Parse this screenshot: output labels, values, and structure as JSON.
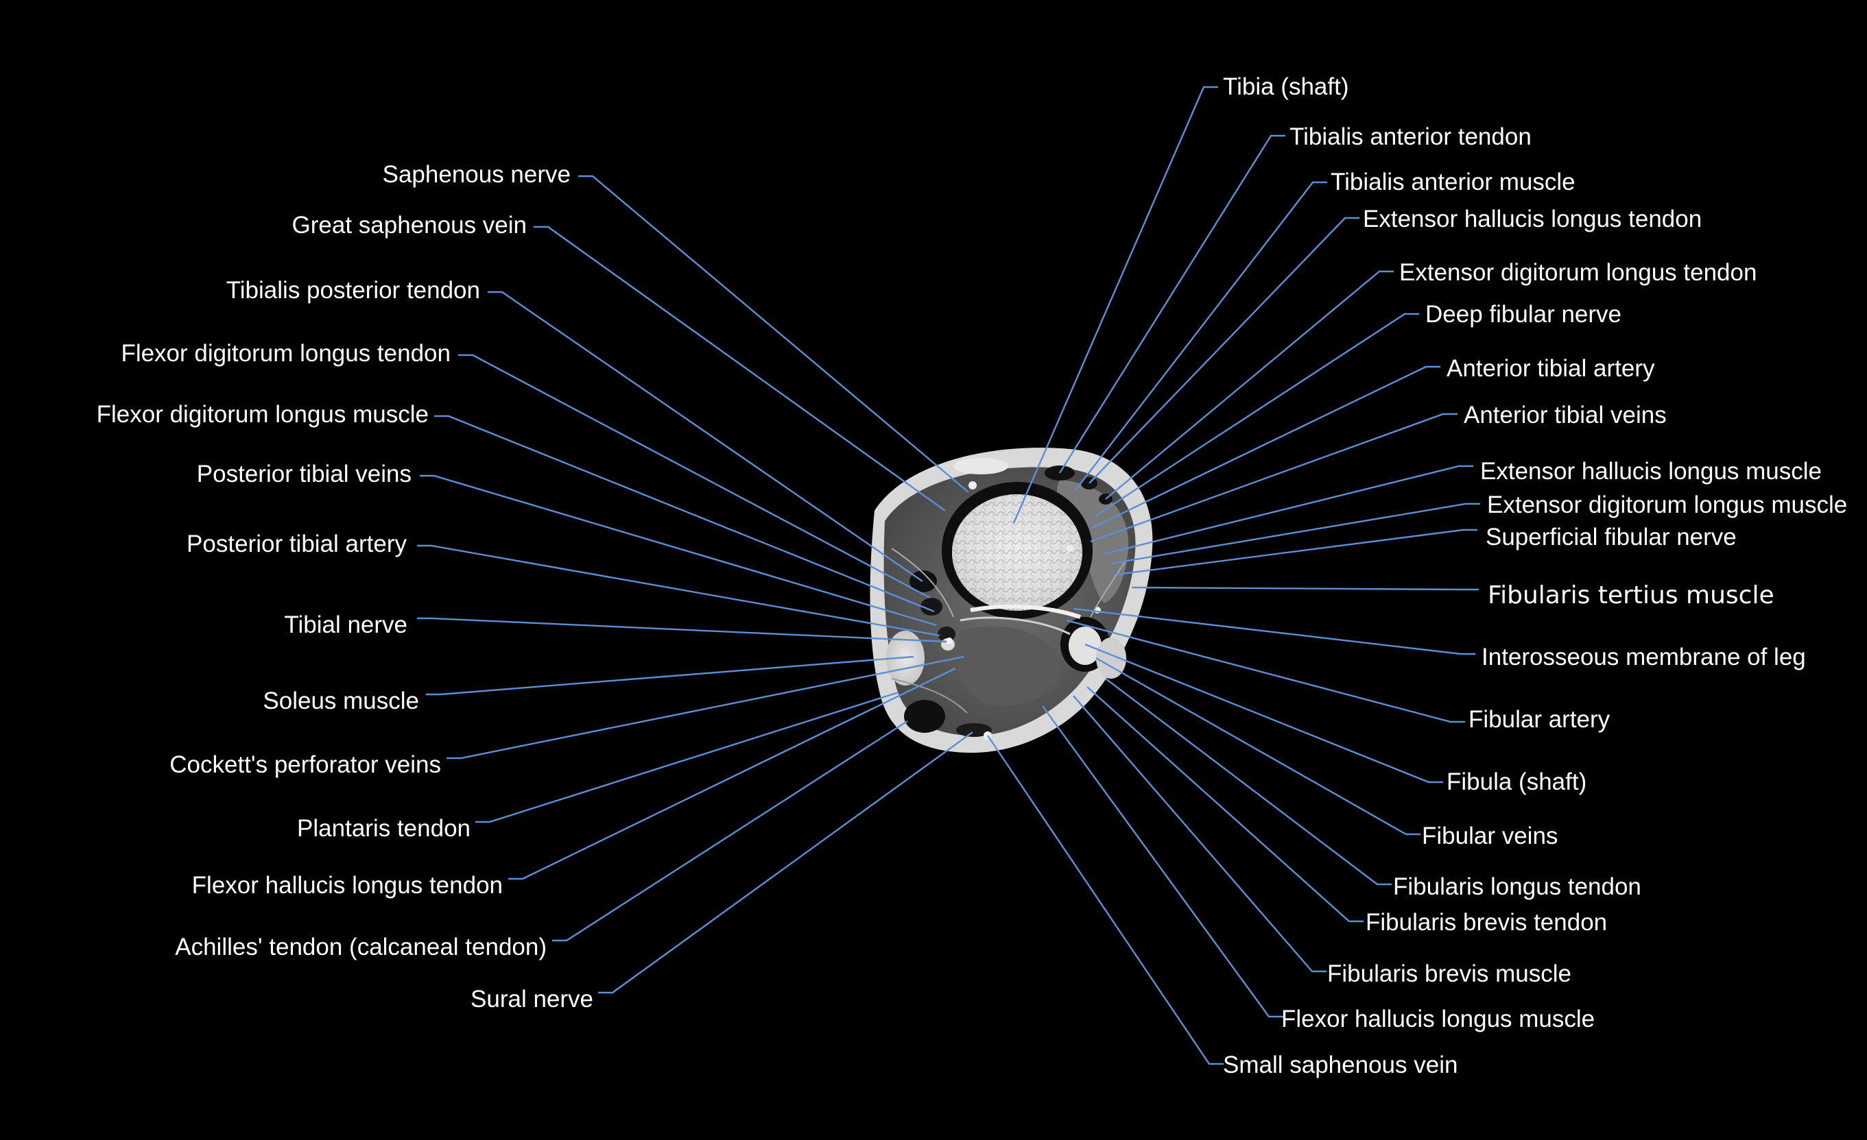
{
  "colors": {
    "background": "#000000",
    "label_text": "#ffffff",
    "leader_line": "#5b8fd6"
  },
  "labels_left": [
    "Saphenous nerve",
    "Great saphenous vein",
    "Tibialis posterior tendon",
    "Flexor digitorum longus tendon",
    "Flexor digitorum longus muscle",
    "Posterior tibial veins",
    "Posterior tibial artery",
    "Tibial nerve",
    "Soleus muscle",
    "Cockett's perforator veins",
    "Plantaris tendon",
    "Flexor hallucis longus tendon",
    "Achilles' tendon (calcaneal tendon)",
    "Sural nerve"
  ],
  "labels_right": [
    "Tibia (shaft)",
    "Tibialis anterior tendon",
    "Tibialis anterior muscle",
    "Extensor hallucis longus tendon",
    "Extensor digitorum longus tendon",
    "Deep fibular nerve",
    "Anterior tibial artery",
    "Anterior tibial veins",
    "Extensor hallucis longus muscle",
    "Extensor digitorum longus muscle",
    "Superficial fibular nerve",
    "Fibularis tertius muscle",
    "Interosseous membrane of leg",
    "Fibular artery",
    "Fibula (shaft)",
    "Fibular veins",
    "Fibularis longus tendon",
    "Fibularis brevis tendon",
    "Fibularis brevis muscle",
    "Flexor hallucis longus muscle",
    "Small saphenous vein"
  ]
}
